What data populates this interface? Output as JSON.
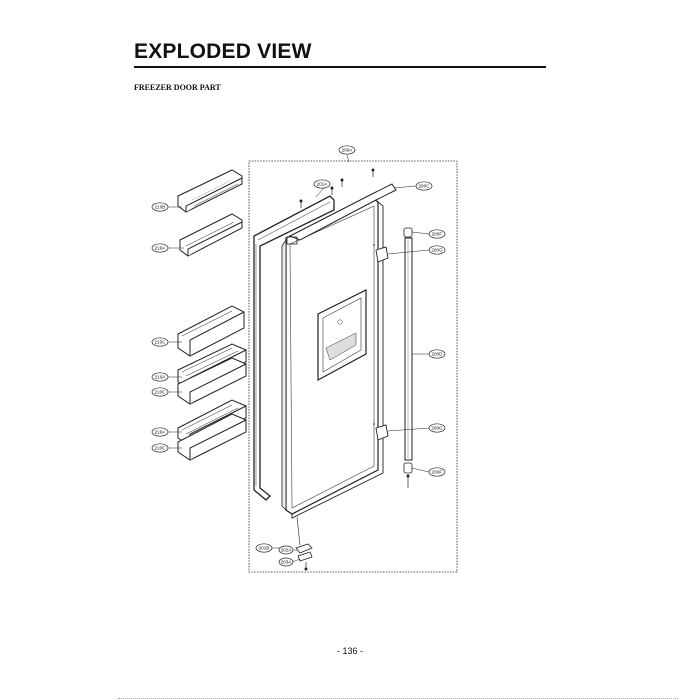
{
  "page": {
    "title": "EXPLODED VIEW",
    "section": "FREEZER DOOR PART",
    "page_number": "- 136 -"
  },
  "parts": {
    "door_assembly": "200A",
    "hinge_cap": "200C",
    "bushing": "200F",
    "handle_piece_upper": "200G",
    "handle": "200D",
    "handle_piece_lower": "200G",
    "bushing_lower": "200F",
    "gasket": "201A",
    "basket_top": "210B",
    "basket_2": "210A",
    "basket_3": "210C",
    "basket_4": "210A",
    "basket_5": "210C",
    "basket_6": "210A",
    "basket_7": "210C",
    "lower_hinge_group": "201B",
    "lower_hinge_a": "202A",
    "lower_hinge_b": "203A"
  }
}
